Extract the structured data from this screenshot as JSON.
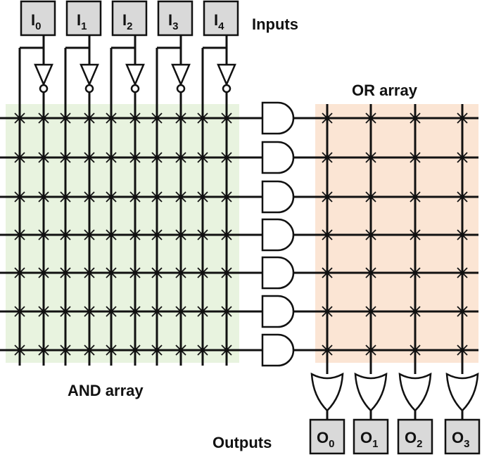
{
  "labels": {
    "inputs": "Inputs",
    "and_array": "AND array",
    "or_array": "OR array",
    "outputs": "Outputs"
  },
  "inputs": [
    {
      "base": "I",
      "sub": "0"
    },
    {
      "base": "I",
      "sub": "1"
    },
    {
      "base": "I",
      "sub": "2"
    },
    {
      "base": "I",
      "sub": "3"
    },
    {
      "base": "I",
      "sub": "4"
    }
  ],
  "outputs": [
    {
      "base": "O",
      "sub": "0"
    },
    {
      "base": "O",
      "sub": "1"
    },
    {
      "base": "O",
      "sub": "2"
    },
    {
      "base": "O",
      "sub": "3"
    }
  ],
  "colors": {
    "and_array_fill": "#e8f3df",
    "or_array_fill": "#fbe5d4",
    "box_fill": "#d9d9d9",
    "line": "#111111"
  }
}
